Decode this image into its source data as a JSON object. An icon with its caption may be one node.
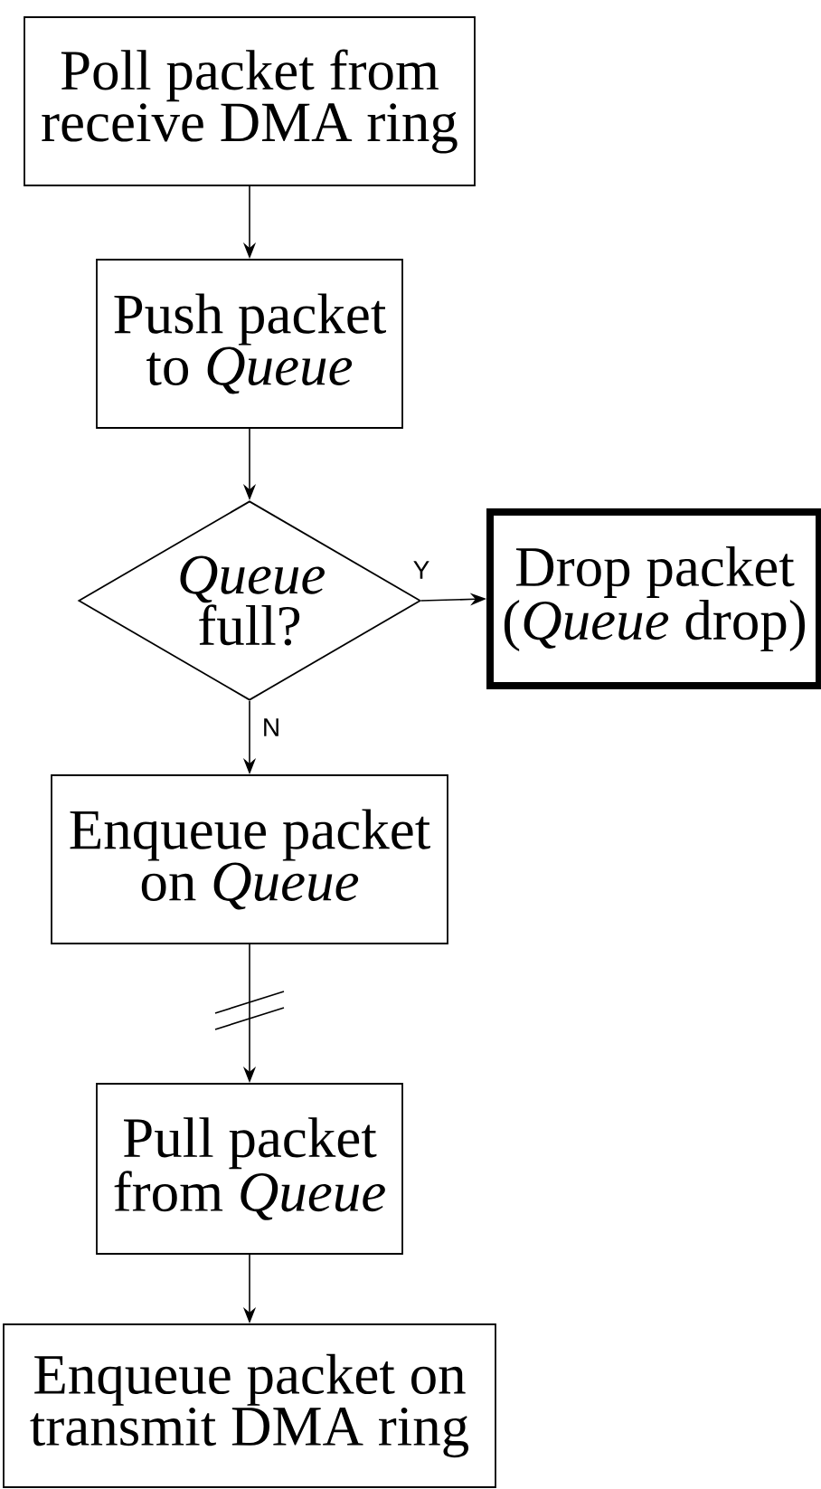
{
  "diagram": {
    "nodes": [
      {
        "text": [
          "Poll packet from receive DMA ring"
        ]
      },
      {
        "text": [
          "Push packet to *Queue*"
        ]
      },
      {
        "text": [
          "*Queue* full?"
        ]
      },
      {
        "text": [
          "Drop packet (*Queue* drop)"
        ]
      },
      {
        "text": [
          "Enqueue packet on *Queue*"
        ]
      },
      {
        "text": [
          "Pull packet from *Queue*"
        ]
      },
      {
        "text": [
          "Enqueue packet on transmit DMA ring"
        ]
      }
    ],
    "edges": [
      {
        "from": 0,
        "to": 1,
        "arrow": "to"
      },
      {
        "from": 1,
        "to": 2,
        "arrow": "to"
      },
      {
        "from": 2,
        "to": 3,
        "arrow": "to",
        "label": "Y"
      },
      {
        "from": 2,
        "to": 4,
        "arrow": "to",
        "label": "N"
      },
      {
        "from": 4,
        "to": 5,
        "arrow": "to"
      },
      {
        "from": 5,
        "to": 6,
        "arrow": "to"
      }
    ]
  }
}
